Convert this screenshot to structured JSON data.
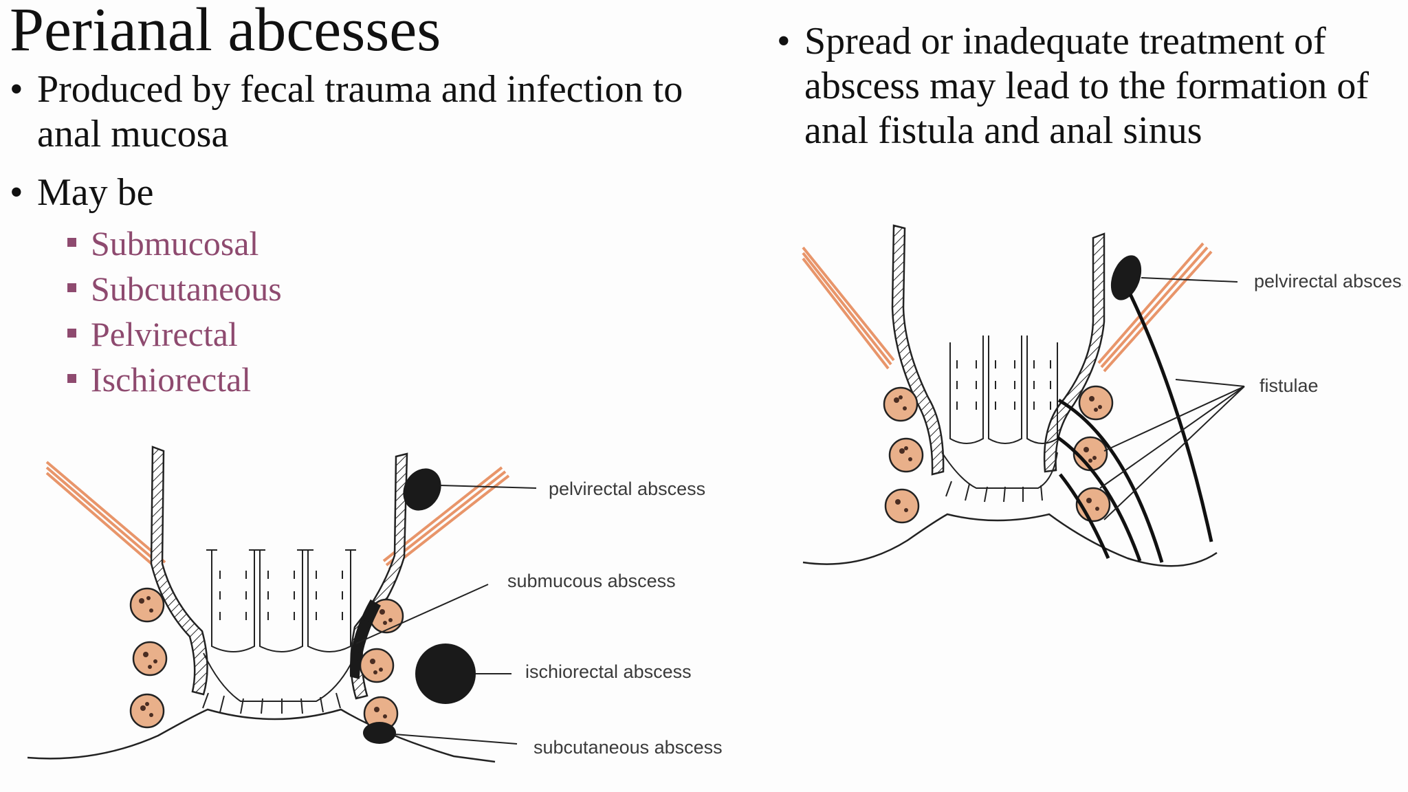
{
  "slide": {
    "title": "Perianal abcesses",
    "left_bullets": [
      "Produced by fecal trauma and infection to anal mucosa",
      "May be"
    ],
    "sub_items": [
      "Submucosal",
      "Subcutaneous",
      "Pelvirectal",
      "Ischiorectal"
    ],
    "right_bullets": [
      "Spread or inadequate treatment of abscess may lead to the formation of anal fistula and anal sinus"
    ],
    "bullet_glyph": "•"
  },
  "diagram_left": {
    "labels": {
      "pelvirectal": "pelvirectal abscess",
      "submucous": "submucous abscess",
      "ischiorectal": "ischiorectal abscess",
      "subcutaneous": "subcutaneous abscess"
    }
  },
  "diagram_right": {
    "labels": {
      "pelvirectal": "pelvirectal abscess",
      "fistulae": "fistulae"
    }
  },
  "colors": {
    "muscle": "#e8956a",
    "sublist": "#8e4a6f",
    "sphincter": "#e9b08a",
    "abscess": "#1a1a1a"
  }
}
